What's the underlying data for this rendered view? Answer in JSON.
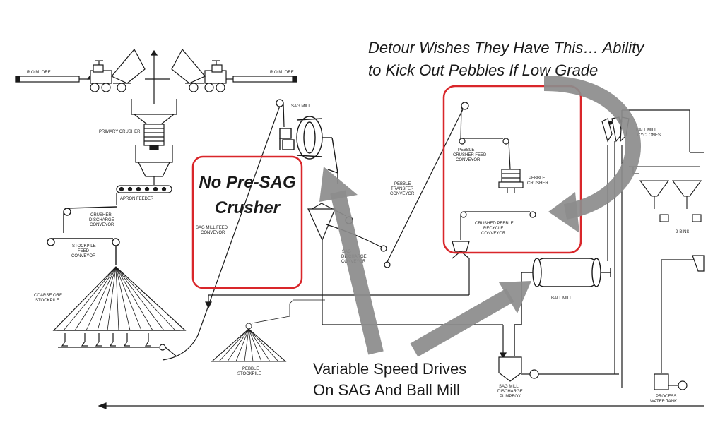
{
  "colors": {
    "line": "#1a1a1a",
    "highlight": "#d9262a",
    "arrow": "#8c8c8c",
    "background": "#ffffff"
  },
  "annotations": {
    "detour_line1": "Detour Wishes They Have This… Ability",
    "detour_line2": "to Kick Out Pebbles If Low Grade",
    "no_presag_line1": "No Pre-SAG",
    "no_presag_line2": "Crusher",
    "vsd_line1": "Variable Speed Drives",
    "vsd_line2": "On SAG And Ball Mill"
  },
  "labels": {
    "rom_ore_left": "R.O.M. ORE",
    "rom_ore_right": "R.O.M. ORE",
    "primary_crusher": "PRIMARY CRUSHER",
    "apron_feeder": "APRON FEEDER",
    "crusher_discharge_1": "CRUSHER",
    "crusher_discharge_2": "DISCHARGE",
    "crusher_discharge_3": "CONVEYOR",
    "stockpile_feed_1": "STOCKPILE",
    "stockpile_feed_2": "FEED",
    "stockpile_feed_3": "CONVEYOR",
    "coarse_ore_1": "COARSE ORE",
    "coarse_ore_2": "STOCKPILE",
    "sag_mill": "SAG MILL",
    "sag_feed_1": "SAG MILL FEED",
    "sag_feed_2": "CONVEYOR",
    "sag_discharge_1": "SAG",
    "sag_discharge_2": "DISCHARGE",
    "sag_discharge_3": "CONVEYOR",
    "pebble_transfer_1": "PEBBLE",
    "pebble_transfer_2": "TRANSFER",
    "pebble_transfer_3": "CONVEYOR",
    "pebble_crusher_feed_1": "PEBBLE",
    "pebble_crusher_feed_2": "CRUSHER FEED",
    "pebble_crusher_feed_3": "CONVEYOR",
    "pebble_crusher_1": "PEBBLE",
    "pebble_crusher_2": "CRUSHER",
    "crushed_pebble_1": "CRUSHED PEBBLE",
    "crushed_pebble_2": "RECYCLE",
    "crushed_pebble_3": "CONVEYOR",
    "ball_mill_cyclones_1": "BALL MILL",
    "ball_mill_cyclones_2": "CYCLONES",
    "ball_mill": "BALL MILL",
    "two_bins": "2-BINS",
    "pebble_stockpile_1": "PEBBLE",
    "pebble_stockpile_2": "STOCKPILE",
    "sag_pumpbox_1": "SAG MILL",
    "sag_pumpbox_2": "DISCHARGE",
    "sag_pumpbox_3": "PUMPBOX",
    "process_water_1": "PROCESS",
    "process_water_2": "WATER TANK"
  }
}
